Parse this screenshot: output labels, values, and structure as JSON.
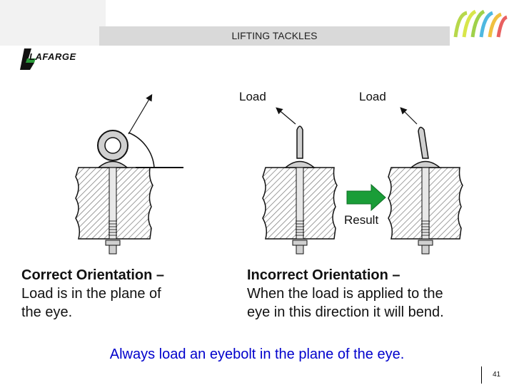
{
  "header": {
    "title": "LIFTING TACKLES"
  },
  "logo": {
    "text": "LAFARGE"
  },
  "diagram": {
    "load_label_1": "Load",
    "load_label_2": "Load",
    "result_label": "Result"
  },
  "captions": {
    "correct_heading": "Correct Orientation –",
    "correct_body_1": "Load is in the plane of",
    "correct_body_2": "the eye.",
    "incorrect_heading": "Incorrect Orientation –",
    "incorrect_body_1": "When the load is applied to the",
    "incorrect_body_2": "eye in this direction it will bend."
  },
  "footer": {
    "note": "Always load an eyebolt in the plane of the eye."
  },
  "page": {
    "number": "41"
  },
  "colors": {
    "footer_text": "#0000cc",
    "arrow": "#1a9d38",
    "title_bar": "#d9d9d9"
  }
}
